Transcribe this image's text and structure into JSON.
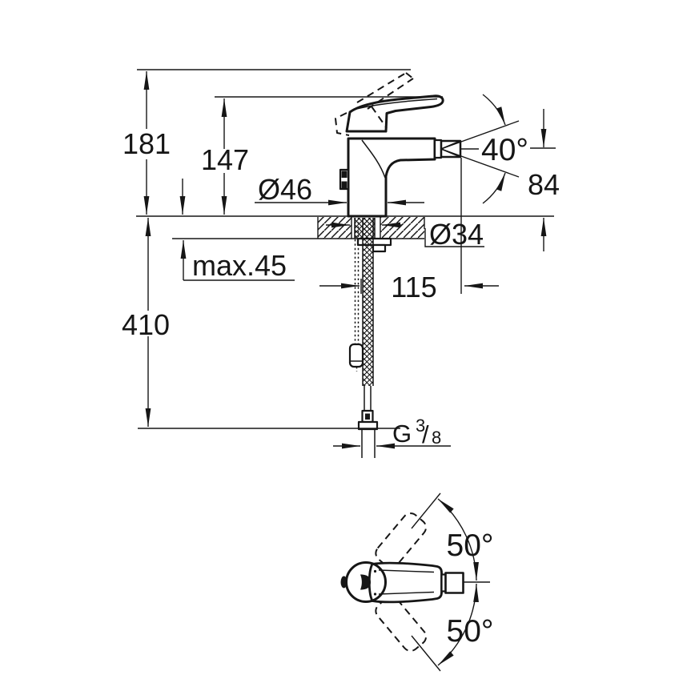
{
  "drawing": {
    "title": "single-hole-bidet-mixer-dimensional-drawing",
    "front_view": {
      "dims": {
        "height_total": "181",
        "height_to_lever": "147",
        "spout_angle": "40°",
        "spout_outlet_height": "84",
        "base_diameter": "Ø46",
        "deck_hole_diameter": "Ø34",
        "max_deck_thickness": "max.45",
        "spout_reach": "115",
        "hose_length": "410",
        "thread": {
          "g": "G",
          "sup": "3",
          "slash": "/",
          "sub": "8"
        }
      }
    },
    "top_view": {
      "dims": {
        "handle_swivel_up": "50°",
        "handle_swivel_down": "50°"
      }
    },
    "colors": {
      "line": "#161616",
      "background": "#ffffff"
    }
  }
}
